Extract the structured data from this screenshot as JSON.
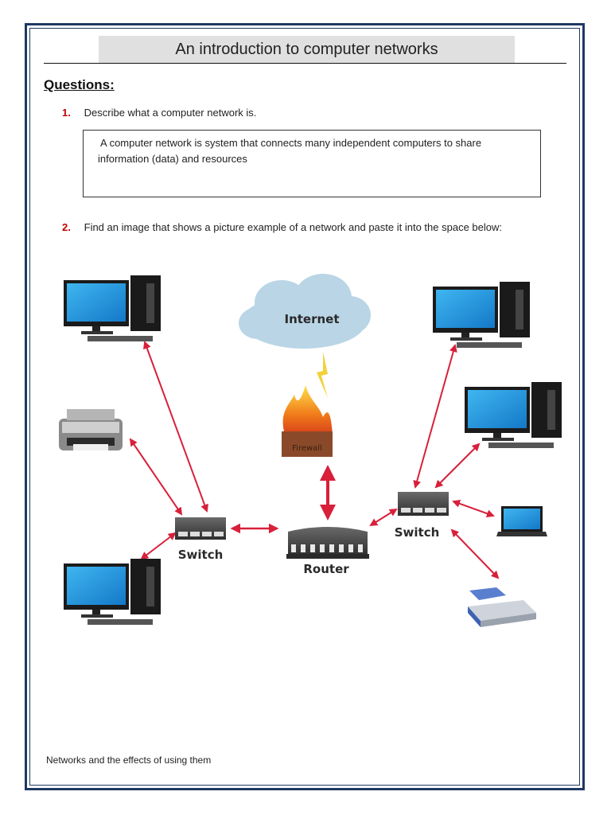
{
  "document": {
    "title": "An introduction to computer networks",
    "questions_heading": "Questions:",
    "questions": [
      {
        "number": "1.",
        "text": "Describe what a computer network is.",
        "answer_lines": [
          "A computer network is system that connects many independent computers to share",
          "information (data) and resources"
        ]
      },
      {
        "number": "2.",
        "text": "Find an image that shows a picture example of a network and paste it into the space below:"
      }
    ],
    "footer": "Networks and the effects of using them"
  },
  "diagram": {
    "labels": {
      "internet": "Internet",
      "firewall": "Firewall",
      "router": "Router",
      "switch_left": "Switch",
      "switch_right": "Switch"
    },
    "devices": {
      "left": [
        "desktop-computer",
        "printer",
        "desktop-computer"
      ],
      "right": [
        "desktop-computer",
        "desktop-computer",
        "laptop",
        "scanner"
      ]
    },
    "colors": {
      "accent_red": "#c00000",
      "arrow": "#d8203a",
      "border_navy": "#1f3864",
      "cloud": "#b9d5e6",
      "screen": "#1e9be0"
    }
  }
}
